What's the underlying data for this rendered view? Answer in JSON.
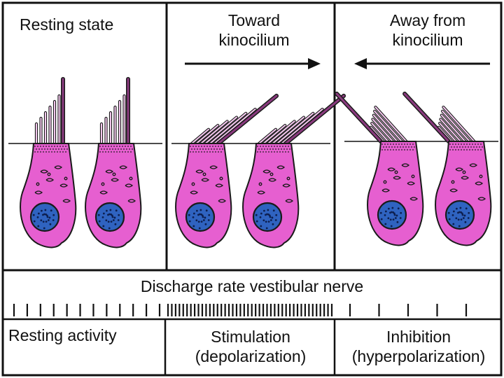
{
  "panels": [
    {
      "title": "Resting state",
      "direction": "none"
    },
    {
      "title_line1": "Toward",
      "title_line2": "kinocilium",
      "direction": "right"
    },
    {
      "title_line1": "Away from",
      "title_line2": "kinocilium",
      "direction": "left"
    }
  ],
  "nerve_title": "Discharge rate vestibular nerve",
  "states": [
    {
      "line1": "Resting activity",
      "line2": ""
    },
    {
      "line1": "Stimulation",
      "line2": "(depolarization)"
    },
    {
      "line1": "Inhibition",
      "line2": "(hyperpolarization)"
    }
  ],
  "spike_counts": {
    "resting": 12,
    "stimulation": 44,
    "inhibition": 5
  },
  "colors": {
    "cell_fill": "#e65fd0",
    "nucleus_fill": "#2f63c0",
    "outline": "#1a1a1a"
  }
}
